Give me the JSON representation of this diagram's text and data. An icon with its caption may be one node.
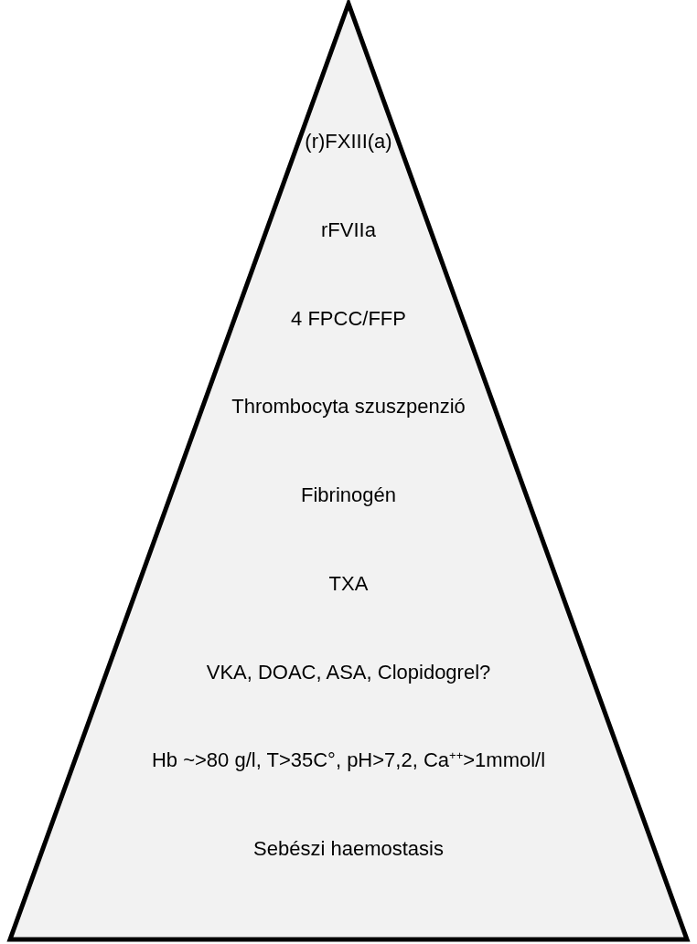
{
  "diagram": {
    "nodes": [
      {
        "text": [
          "(r)FXIII(a)",
          "rFVIIa",
          "4 FPCC/FFP",
          "Thrombocyta szuszpenzió",
          "Fibrinogén",
          "TXA",
          "VKA, DOAC, ASA, Clopidogrel?",
          "Hb ~>80 g/l, T>35C°, pH>7,2, Ca$^{++}$>1mmol/l",
          "Sebészi haemostasis"
        ]
      }
    ]
  }
}
